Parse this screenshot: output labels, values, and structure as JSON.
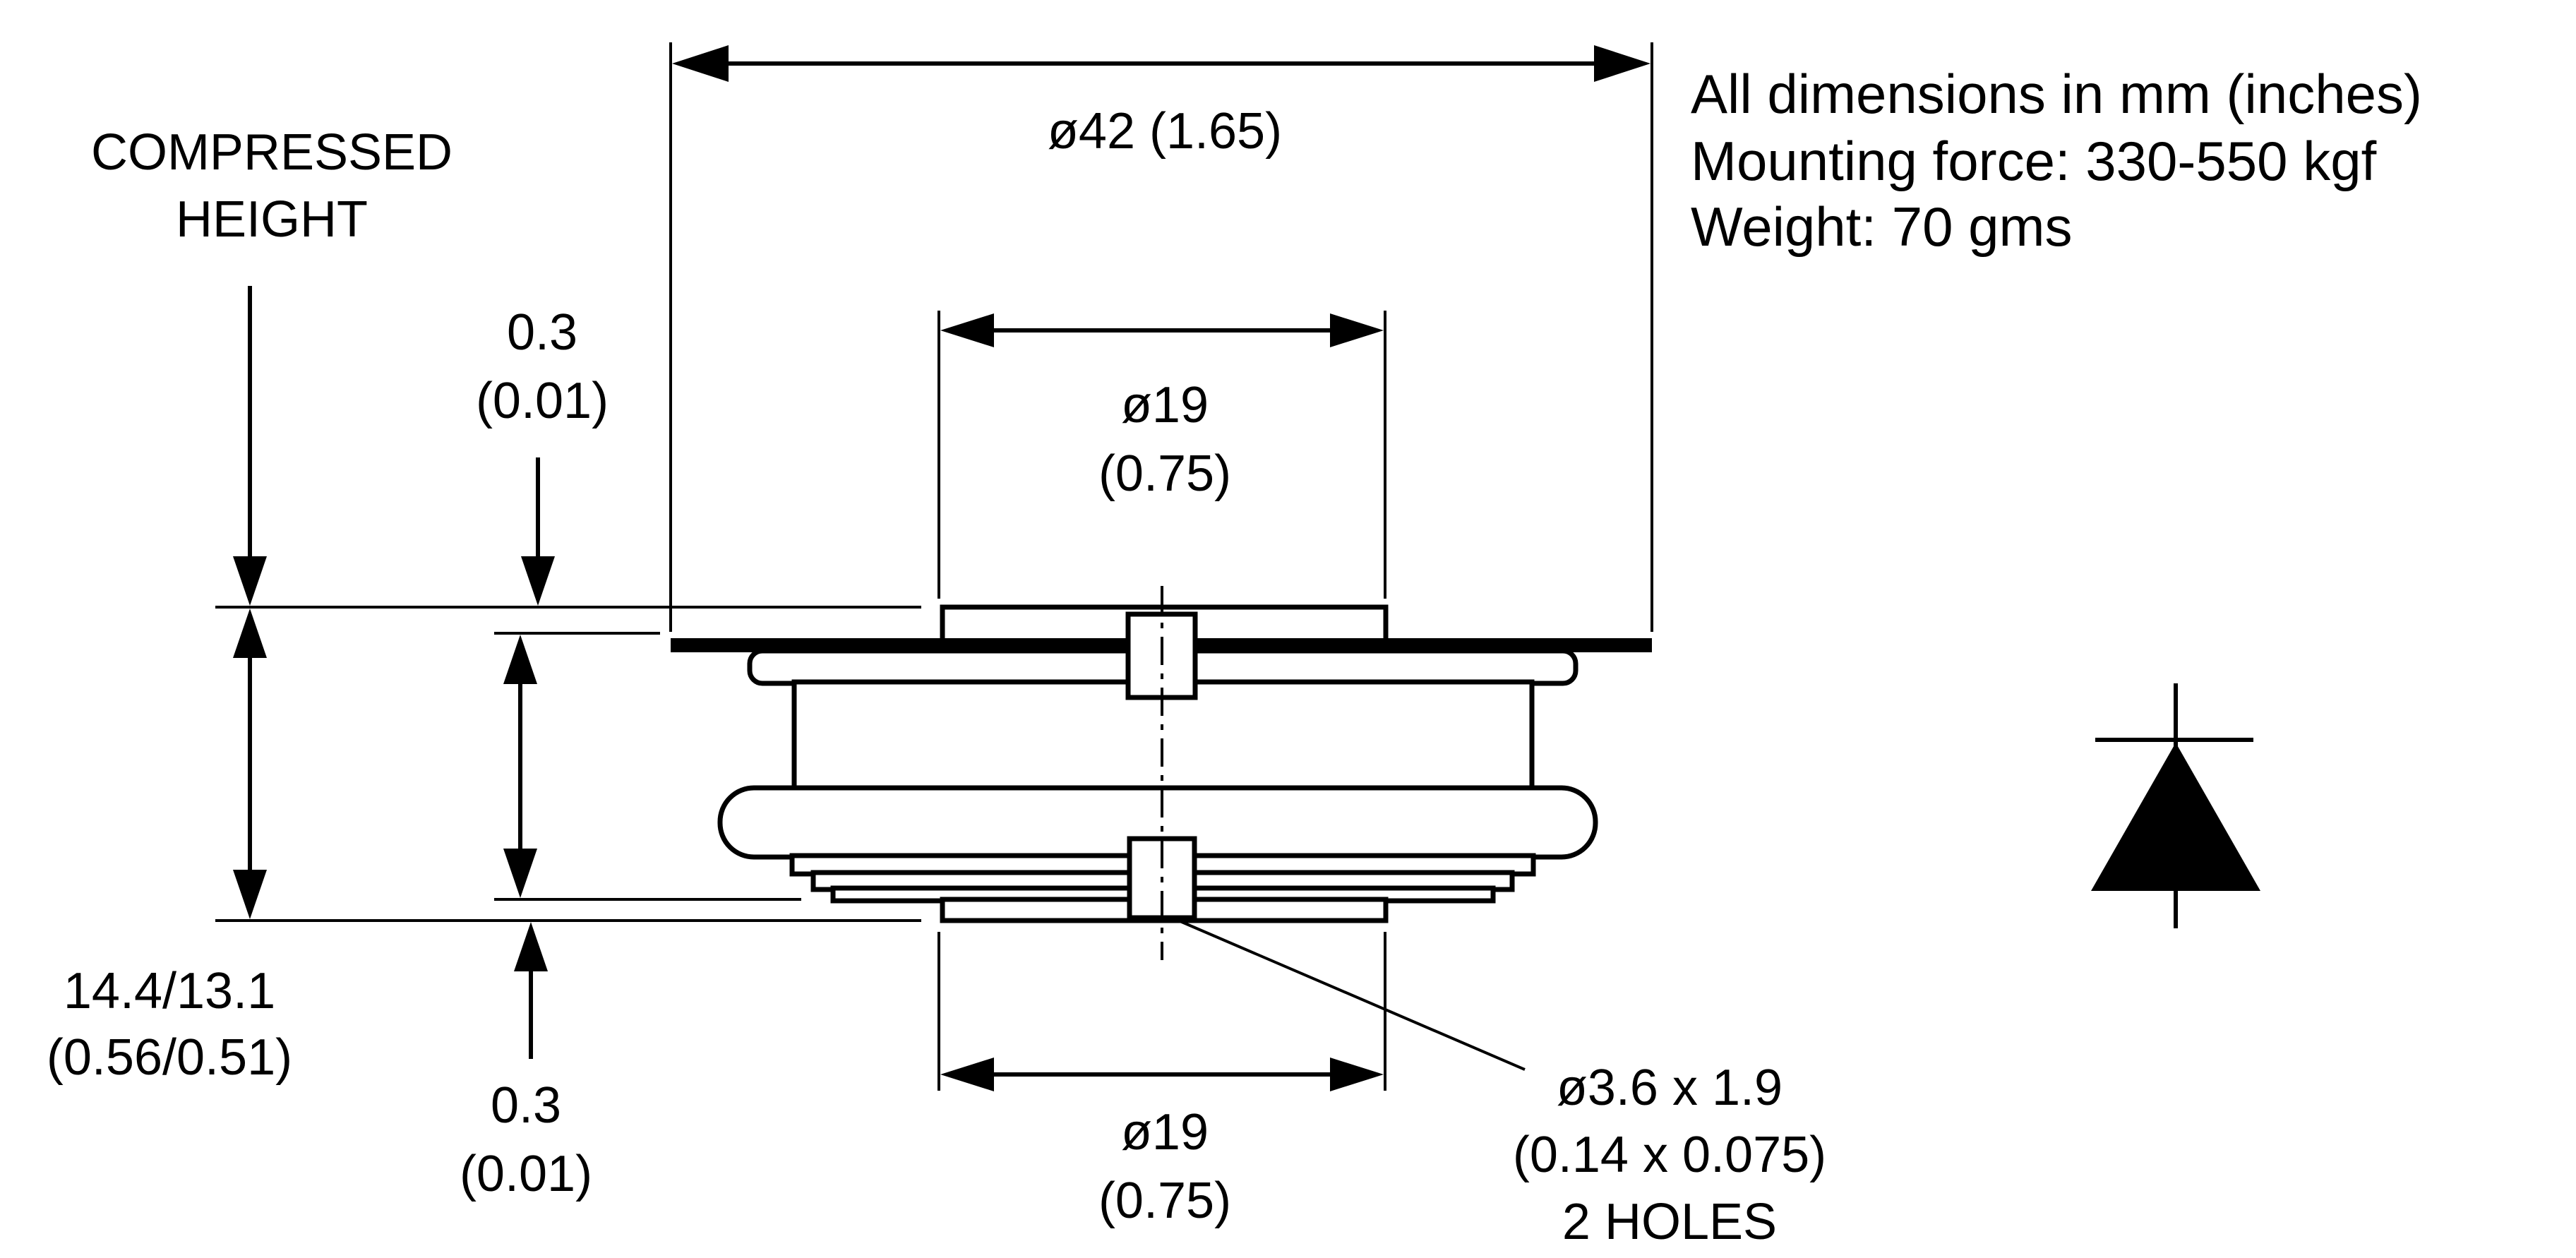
{
  "notes": {
    "line1": "All dimensions in mm (inches)",
    "line2": "Mounting force: 330-550 kgf",
    "line3": "Weight: 70 gms"
  },
  "dims": {
    "overall_diameter": "ø42 (1.65)",
    "top_contact_mm": "ø19",
    "top_contact_in": "(0.75)",
    "bottom_contact_mm": "ø19",
    "bottom_contact_in": "(0.75)",
    "top_offset_mm": "0.3",
    "top_offset_in": "(0.01)",
    "bottom_offset_mm": "0.3",
    "bottom_offset_in": "(0.01)",
    "height_mm": "14.4/13.1",
    "height_in": "(0.56/0.51)",
    "compressed_line1": "COMPRESSED",
    "compressed_line2": "HEIGHT",
    "hole_line1": "ø3.6 x 1.9",
    "hole_line2": "(0.14 x 0.075)",
    "hole_line3": "2 HOLES"
  },
  "symbol": {
    "icon": "diode-symbol-icon"
  }
}
